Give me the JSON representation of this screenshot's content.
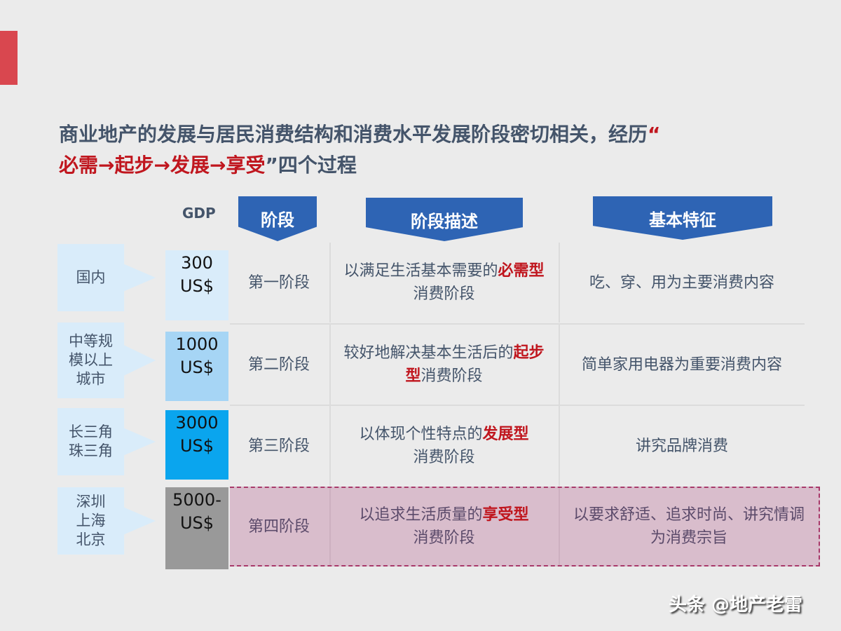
{
  "colors": {
    "accent_bar": "#d9474f",
    "title": "#44546a",
    "highlight_red": "#c0161e",
    "header_blue": "#2e64b4",
    "region_bg": "#d9ecfa",
    "gdp_1": "#d9ecfa",
    "gdp_2": "#a6d5f5",
    "gdp_3": "#0aa5ee",
    "gdp_4": "#999999",
    "row4_bg": "#d9bdcc",
    "row4_border": "#a8396a"
  },
  "title": {
    "line1": "商业地产的发展与居民消费结构和消费水平发展阶段密切相关，经历",
    "open_quote": "“",
    "stages": [
      "必需",
      "起步",
      "发展",
      "享受"
    ],
    "arrow": "→",
    "close_quote": "”",
    "suffix": "四个过程"
  },
  "headers": {
    "gdp": "GDP",
    "stage": "阶段",
    "description": "阶段描述",
    "features": "基本特征"
  },
  "rows": [
    {
      "region": [
        "国内"
      ],
      "gdp": [
        "300",
        "US$"
      ],
      "stage": "第一阶段",
      "desc_pre": "以满足生活基本需要的",
      "desc_hl": "必需型",
      "desc_post": "消费阶段",
      "features": "吃、穿、用为主要消费内容"
    },
    {
      "region": [
        "中等规",
        "模以上",
        "城市"
      ],
      "gdp": [
        "1000",
        "US$"
      ],
      "stage": "第二阶段",
      "desc_pre": "较好地解决基本生活后的",
      "desc_hl": "起步型",
      "desc_post": "消费阶段",
      "features": "简单家用电器为重要消费内容"
    },
    {
      "region": [
        "长三角",
        "珠三角"
      ],
      "gdp": [
        "3000",
        "US$"
      ],
      "stage": "第三阶段",
      "desc_pre": "以体现个性特点的",
      "desc_hl": "发展型",
      "desc_post": "消费阶段",
      "features": "讲究品牌消费"
    },
    {
      "region": [
        "深圳",
        "上海",
        "北京"
      ],
      "gdp": [
        "5000-",
        "US$"
      ],
      "stage": "第四阶段",
      "desc_pre": "以追求生活质量的",
      "desc_hl": "享受型",
      "desc_post": "消费阶段",
      "features": "以要求舒适、追求时尚、讲究情调为消费宗旨"
    }
  ],
  "watermark": "头条 @地产老雷"
}
